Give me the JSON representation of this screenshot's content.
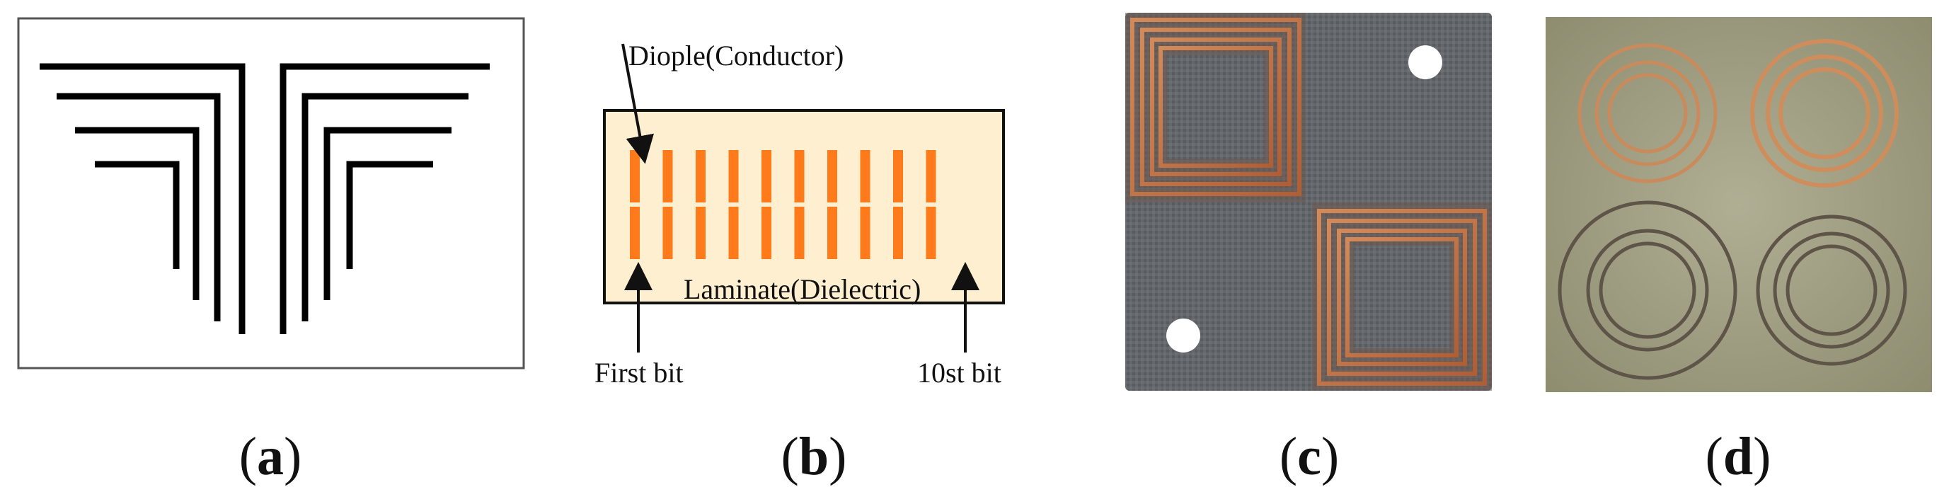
{
  "panels": [
    {
      "id": "a",
      "caption_letter": "a"
    },
    {
      "id": "b",
      "caption_letter": "b"
    },
    {
      "id": "c",
      "caption_letter": "c"
    },
    {
      "id": "d",
      "caption_letter": "d"
    }
  ],
  "diagram_b": {
    "label_dipole": "Diople(Conductor)",
    "label_laminate": "Laminate(Dielectric)",
    "label_first_bit": "First bit",
    "label_last_bit": "10st bit",
    "dipole_columns": 10,
    "dipole_rows": 2,
    "colors": {
      "laminate_fill": "#fdefd0",
      "dipole_fill": "#ff7a1a",
      "outline": "#111111"
    }
  },
  "colors": {
    "photo_c_board": "#5f6266",
    "photo_c_copper": "#c8723f",
    "photo_d_board": "#a6a489",
    "photo_d_copper": "#c98a5c"
  }
}
